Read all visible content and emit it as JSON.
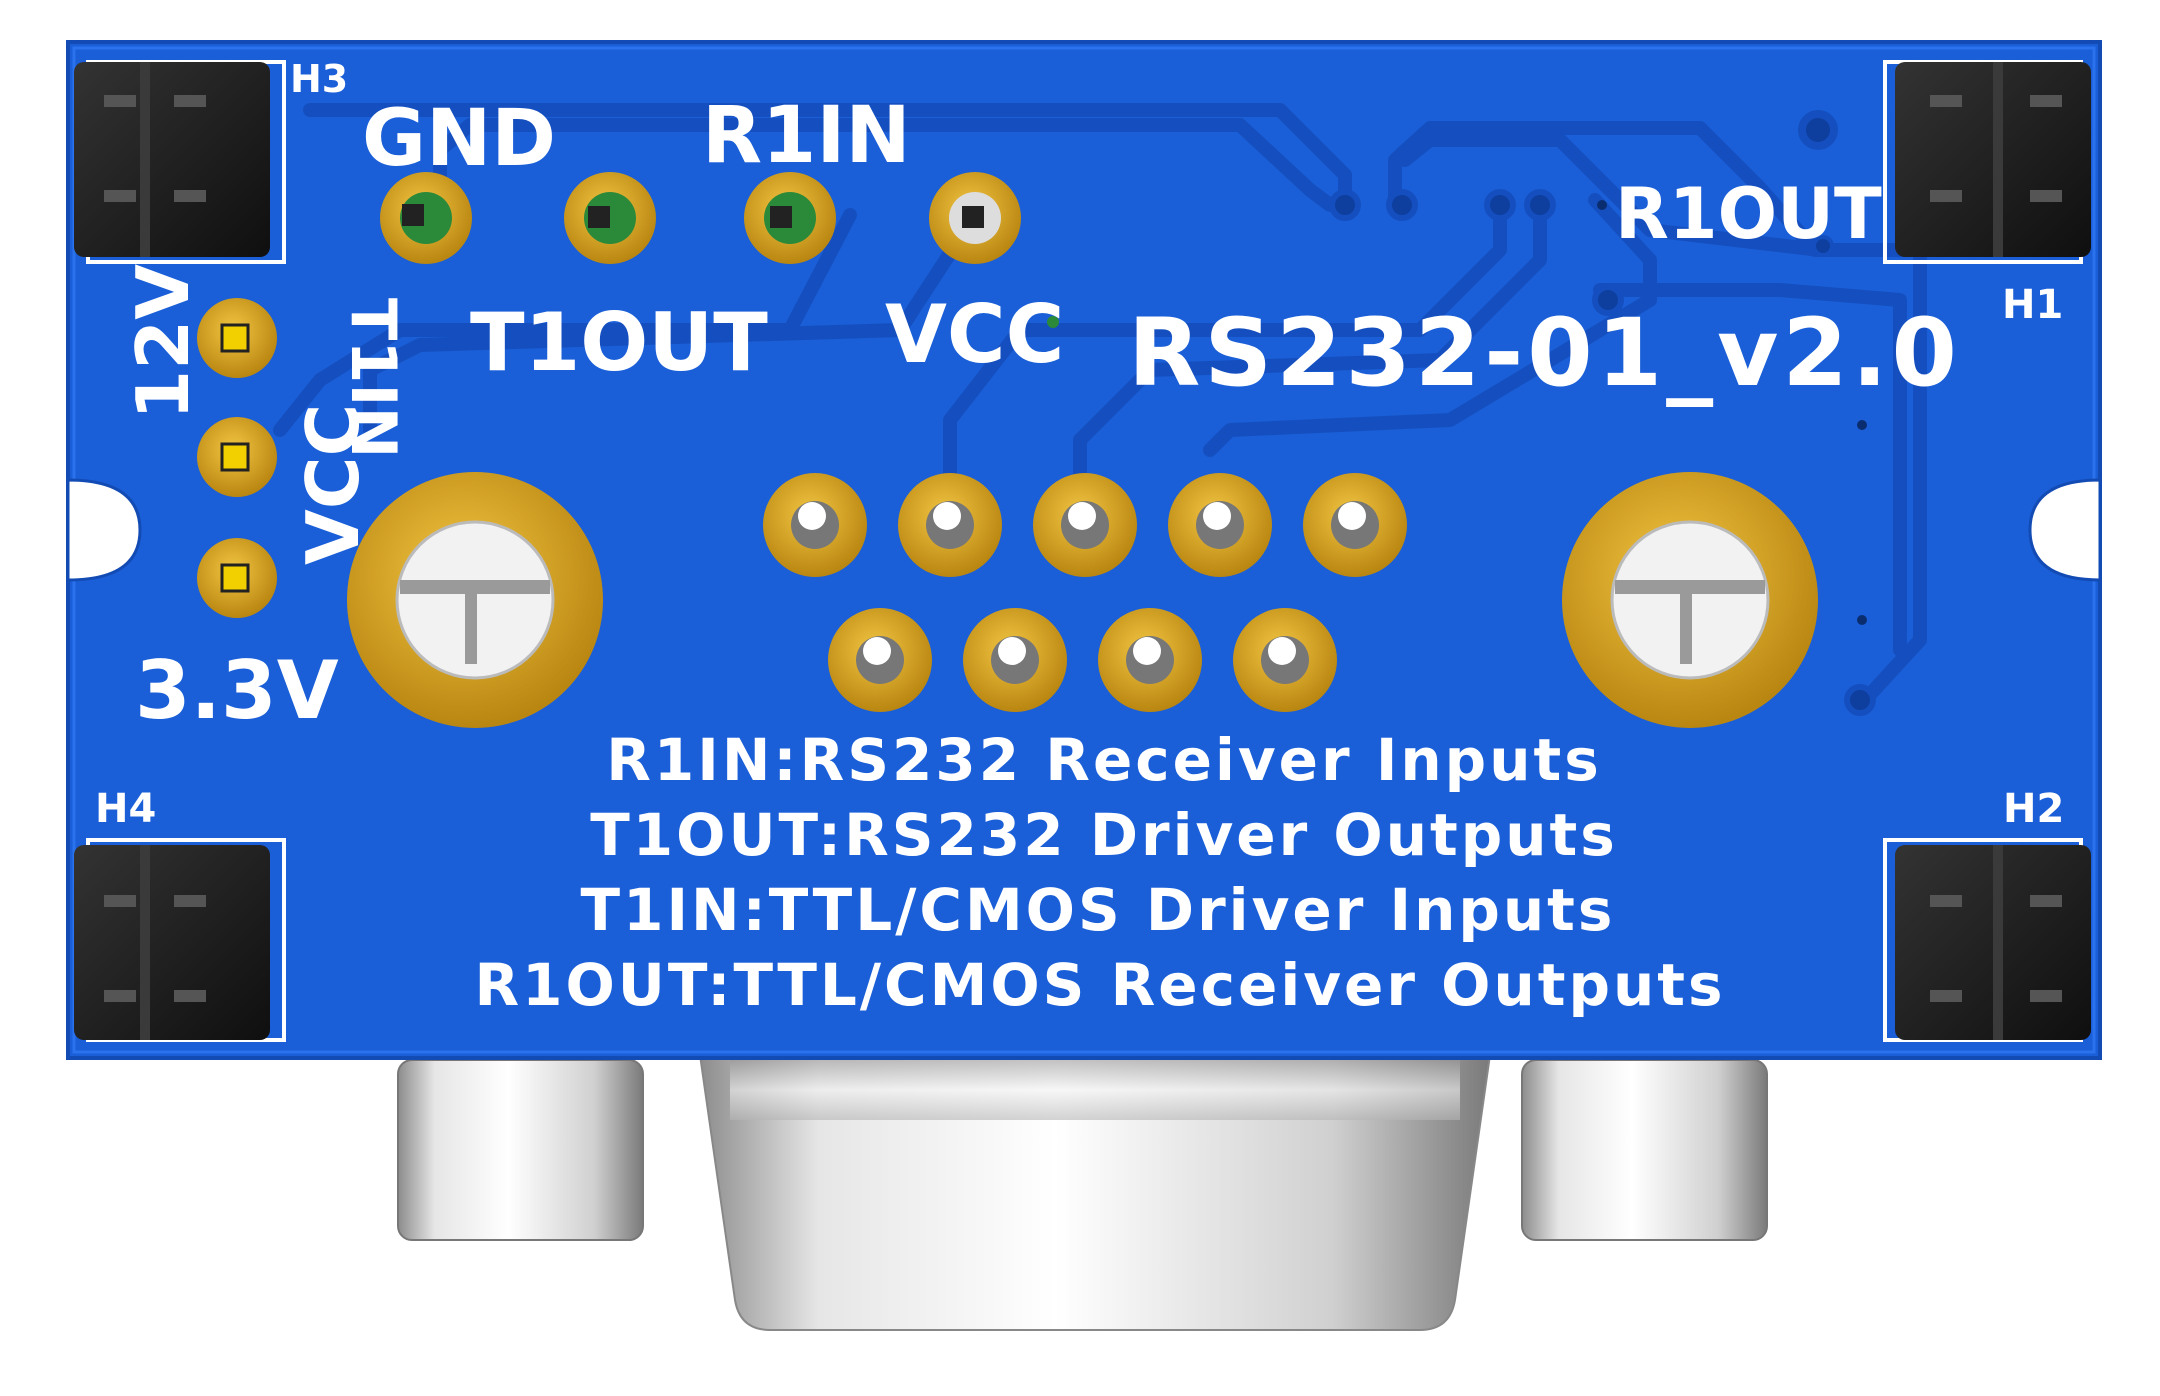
{
  "board": {
    "title": "RS232-01_v2.0",
    "colors": {
      "pcb": "#1a5fd8",
      "trace": "#154fbf",
      "gold": "#d4a019",
      "silkscreen": "#ffffff",
      "header": "#1b1b1b"
    }
  },
  "labels": {
    "gnd": "GND",
    "r1in": "R1IN",
    "t1in": "T1IN",
    "t1out": "T1OUT",
    "vcc_top": "VCC",
    "r1out": "R1OUT",
    "v12": "12V",
    "vcc_side": "VCC",
    "v33": "3.3V"
  },
  "headers": {
    "h1": "H1",
    "h2": "H2",
    "h3": "H3",
    "h4": "H4"
  },
  "legend": [
    "R1IN:RS232 Receiver Inputs",
    "T1OUT:RS232 Driver Outputs",
    "T1IN:TTL/CMOS Driver Inputs",
    "R1OUT:TTL/CMOS Receiver Outputs"
  ],
  "icons": {
    "header_pins": "2x2-pin-header-icon",
    "pads": "through-hole-pad-icon",
    "mounting_hole": "mounting-hole-icon",
    "connector": "db9-connector-icon"
  }
}
